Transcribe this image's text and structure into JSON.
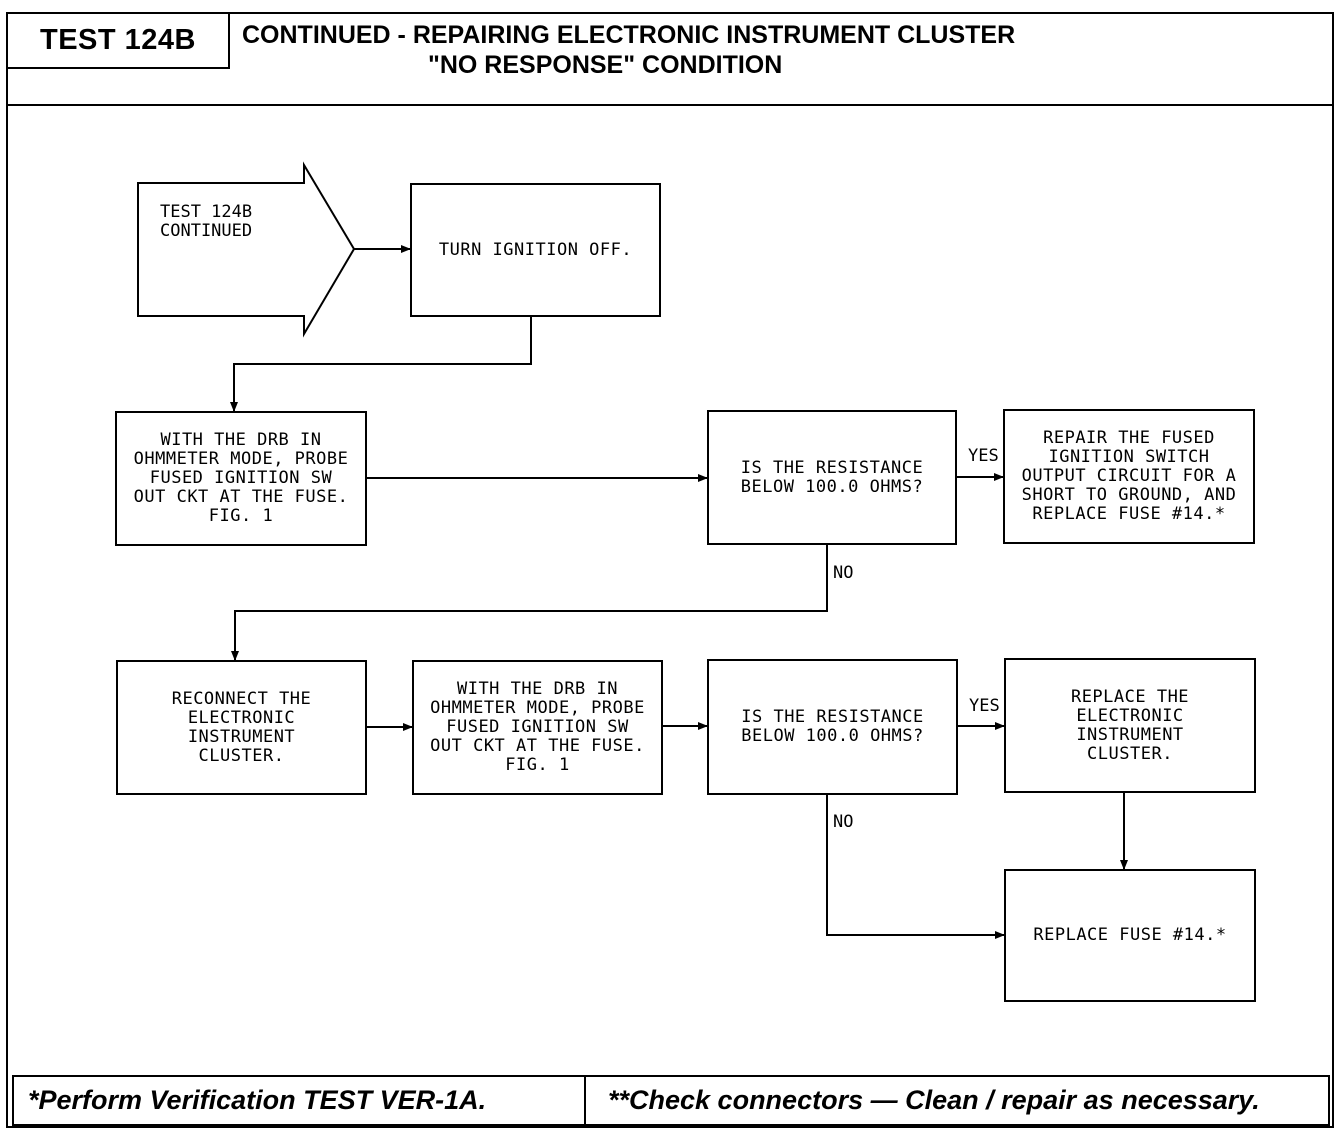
{
  "header": {
    "test_id": "TEST 124B",
    "title_line1": "CONTINUED -  REPAIRING ELECTRONIC INSTRUMENT CLUSTER",
    "title_line2": "\"NO RESPONSE\" CONDITION"
  },
  "flowchart": {
    "start": "TEST 124B\nCONTINUED",
    "turn_off": "TURN IGNITION OFF.",
    "probe_1": "WITH THE DRB IN\nOHMMETER MODE, PROBE\nFUSED IGNITION SW\nOUT CKT AT THE FUSE.\nFIG. 1",
    "question_1": "IS THE RESISTANCE\nBELOW 100.0 OHMS?",
    "repair_circuit": "REPAIR THE FUSED\nIGNITION SWITCH\nOUTPUT CIRCUIT FOR A\nSHORT TO GROUND, AND\nREPLACE FUSE #14.*",
    "reconnect": "RECONNECT THE\nELECTRONIC\nINSTRUMENT\nCLUSTER.",
    "probe_2": "WITH THE DRB IN\nOHMMETER MODE, PROBE\nFUSED IGNITION SW\nOUT CKT AT THE FUSE.\nFIG. 1",
    "question_2": "IS THE RESISTANCE\nBELOW 100.0 OHMS?",
    "replace_cluster": "REPLACE THE\nELECTRONIC\nINSTRUMENT\nCLUSTER.",
    "replace_fuse": "REPLACE FUSE #14.*",
    "yes_label": "YES",
    "no_label": "NO"
  },
  "footer": {
    "left": "*Perform Verification TEST VER-1A.",
    "right": "**Check connectors — Clean / repair as necessary."
  }
}
